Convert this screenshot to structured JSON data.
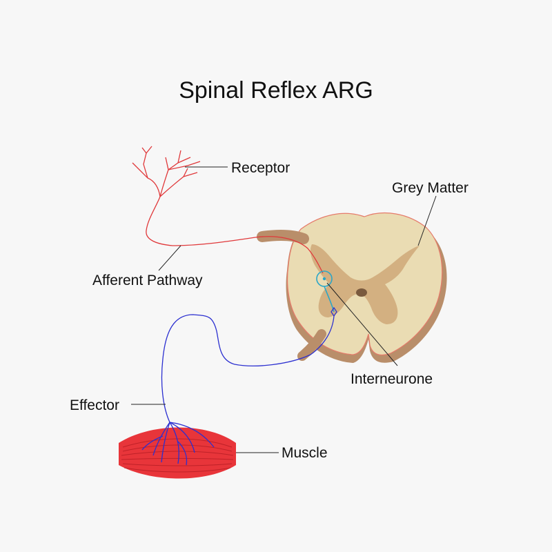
{
  "title": "Spinal Reflex ARG",
  "labels": {
    "receptor": "Receptor",
    "grey_matter": "Grey Matter",
    "afferent_pathway": "Afferent Pathway",
    "interneurone": "Interneurone",
    "effector": "Effector",
    "muscle": "Muscle"
  },
  "colors": {
    "background": "#f7f7f7",
    "afferent_nerve": "#e0383a",
    "efferent_nerve": "#2b2fd0",
    "interneurone": "#2aa6c8",
    "white_matter": "#eadcb3",
    "grey_matter": "#d3b081",
    "spinal_side": "#b98e6a",
    "spinal_outline": "#e57a6a",
    "muscle": "#e8353a",
    "muscle_stripe": "#b41d24"
  }
}
